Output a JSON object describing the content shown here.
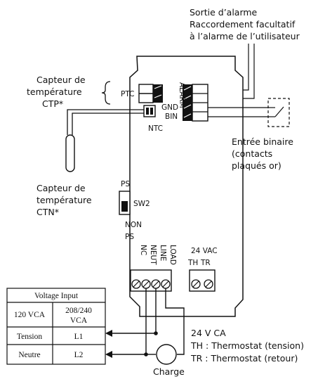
{
  "alarm_note": {
    "line1": "Sortie d’alarme",
    "line2": "Raccordement facultatif",
    "line3": "à l’alarme de l’utilisateur"
  },
  "ptc_sensor": {
    "line1": "Capteur de",
    "line2": "température",
    "line3": "CTP*"
  },
  "ntc_sensor": {
    "line1": "Capteur de",
    "line2": "température",
    "line3": "CTN*"
  },
  "binary_input": {
    "line1": "Entrée binaire",
    "line2": "(contacts",
    "line3": "plaqués or)"
  },
  "board_labels": {
    "ptc": "PTC",
    "ntc": "NTC",
    "alarm": "ALARM",
    "gnd": "GND",
    "bin": "BIN",
    "ps": "PS",
    "sw2": "SW2",
    "non": "NON",
    "ps2": "PS"
  },
  "terminals": {
    "nc": "NC",
    "neut": "NEUT",
    "line": "LINE",
    "load": "LOAD",
    "vac": "24 VAC",
    "th": "TH",
    "tr": "TR"
  },
  "voltage_table": {
    "header": "Voltage Input",
    "col1": "120 VCA",
    "col2a": "208/240",
    "col2b": "VCA",
    "row1_label": "Tension",
    "row1_value": "L1",
    "row2_label": "Neutre",
    "row2_value": "L2"
  },
  "vac_notes": {
    "line1": "24 V CA",
    "line2": "TH : Thermostat (tension)",
    "line3": "TR : Thermostat (retour)"
  },
  "load_label": "Charge"
}
